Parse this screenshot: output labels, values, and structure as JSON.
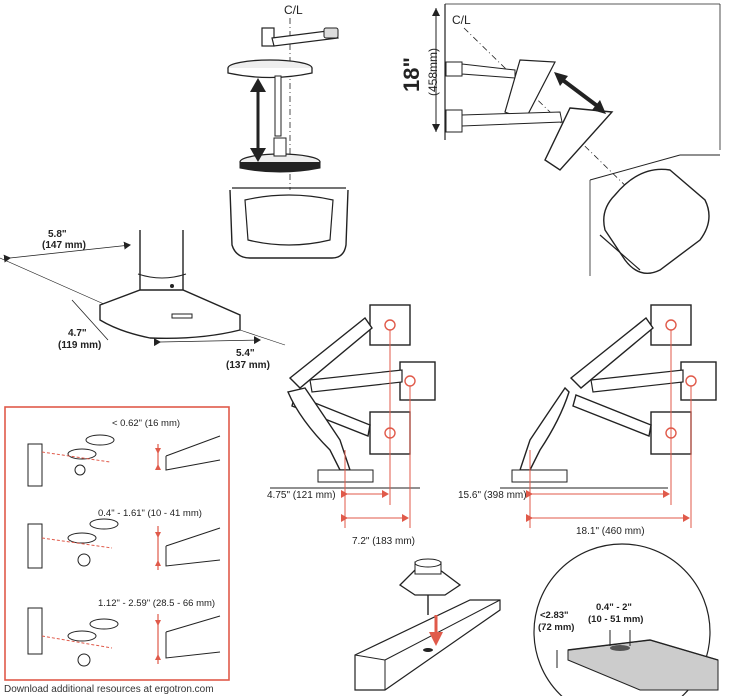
{
  "centerline": {
    "top": "C/L",
    "side": "C/L"
  },
  "reach": {
    "inches": "18\"",
    "mm": "(458mm)"
  },
  "base": {
    "width": {
      "inches": "5.8\"",
      "mm": "(147 mm)"
    },
    "depth_small": {
      "inches": "4.7\"",
      "mm": "(119 mm)"
    },
    "depth_large": {
      "inches": "5.4\"",
      "mm": "(137 mm)"
    }
  },
  "clamp_ranges": [
    "< 0.62\" (16 mm)",
    "0.4\" - 1.61\" (10 - 41 mm)",
    "1.12\" - 2.59\" (28.5 - 66 mm)"
  ],
  "arm_left": {
    "inner": "4.75\" (121 mm)",
    "outer": "7.2\" (183 mm)"
  },
  "arm_right": {
    "inner": "15.6\" (398 mm)",
    "outer": "18.1\" (460 mm)"
  },
  "grommet": {
    "thickness": {
      "inches": "<2.83\"",
      "mm": "(72 mm)"
    },
    "hole": {
      "inches": "0.4\" - 2\"",
      "mm": "(10 - 51 mm)"
    }
  },
  "footer": "Download additional resources at ergotron.com",
  "colors": {
    "accent": "#e05a4a",
    "line": "#222222"
  }
}
